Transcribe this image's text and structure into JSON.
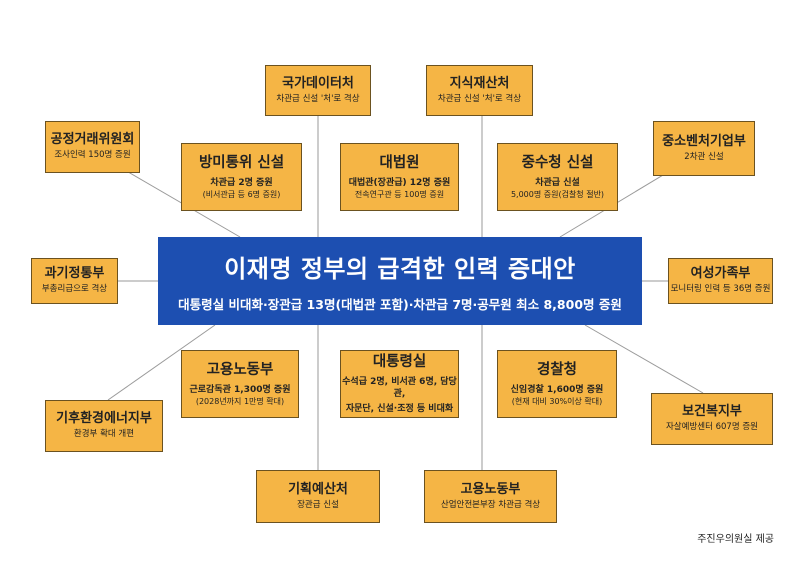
{
  "center": {
    "title": "이재명 정부의 급격한 인력 증대안",
    "subtitle": "대통령실 비대화·장관급 13명(대법관 포함)·차관급 7명·공무원 최소 8,800명 증원"
  },
  "boxes": {
    "national_data": {
      "title": "국가데이터처",
      "sub": "차관급 신설 '처'로 격상"
    },
    "ip": {
      "title": "지식재산처",
      "sub": "차관급 신설 '처'로 격상"
    },
    "ftc": {
      "title": "공정거래위원회",
      "sub": "조사인력 150명 증원"
    },
    "sme": {
      "title": "중소벤처기업부",
      "sub": "2차관 신설"
    },
    "defense": {
      "title": "방미통위 신설",
      "sub": "차관급 2명 증원",
      "sub2": "(비서관급 등 6명 증원)"
    },
    "court": {
      "title": "대법원",
      "sub": "대법관(장관급) 12명 증원",
      "sub2": "전속연구관 등 100명 증원"
    },
    "investigation": {
      "title": "중수청 신설",
      "sub": "차관급 신설",
      "sub2": "5,000명 증원(검찰청 절반)"
    },
    "sci": {
      "title": "과기정통부",
      "sub": "부총리급으로 격상"
    },
    "gender": {
      "title": "여성가족부",
      "sub": "모니터링 인력 등 36명 증원"
    },
    "labor_inspect": {
      "title": "고용노동부",
      "sub": "근로감독관 1,300명 증원",
      "sub2": "(2028년까지 1만명 확대)"
    },
    "presidential": {
      "title": "대통령실",
      "sub": "수석급 2명, 비서관 6명, 담당관,",
      "sub2": "자문단, 신설·조정 등 비대화"
    },
    "police": {
      "title": "경찰청",
      "sub": "신임경찰 1,600명 증원",
      "sub2": "(현재 대비 30%이상 확대)"
    },
    "climate": {
      "title": "기후환경에너지부",
      "sub": "환경부 확대 개편"
    },
    "welfare": {
      "title": "보건복지부",
      "sub": "자살예방센터 607명 증원"
    },
    "budget": {
      "title": "기획예산처",
      "sub": "장관급 신설"
    },
    "labor_safety": {
      "title": "고용노동부",
      "sub": "산업안전본부장 차관급 격상"
    }
  },
  "credit": "주진우의원실 제공",
  "colors": {
    "box_fill": "#f5b545",
    "center_fill": "#1d4fb1",
    "line": "#9a9a9a"
  }
}
